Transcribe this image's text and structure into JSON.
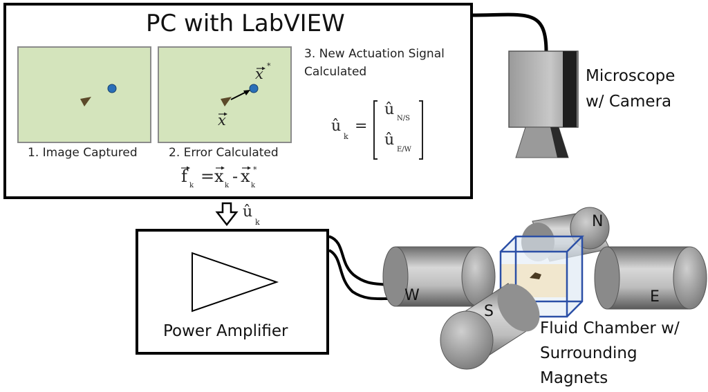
{
  "pc_box": {
    "title": "PC with LabVIEW"
  },
  "steps": {
    "step1": "1. Image Captured",
    "step2": "2. Error Calculated",
    "step3_line1": "3. New Actuation Signal",
    "step3_line2": "Calculated"
  },
  "vector_labels": {
    "x_star": "x",
    "star": "*",
    "x": "x"
  },
  "equations": {
    "u_hat": "û",
    "k": "k",
    "ns": "N/S",
    "ew": "E/W",
    "equals": "=",
    "f": "f",
    "minus": "-"
  },
  "amplifier": {
    "label": "Power Amplifier"
  },
  "microscope": {
    "line1": "Microscope",
    "line2": "w/ Camera"
  },
  "chamber": {
    "line1": "Fluid Chamber w/",
    "line2": "Surrounding",
    "line3": "Magnets"
  },
  "magnets": {
    "north": "N",
    "south": "S",
    "east": "E",
    "west": "W"
  },
  "colors": {
    "frame_green": "#d4e4bc",
    "target_blue": "#2a6fb8",
    "robot_brown": "#5c4a2a",
    "chamber_blue": "#2b4fa6"
  },
  "icons": [
    "microscope-camera",
    "power-amplifier-triangle",
    "down-arrow",
    "magnet-cylinder",
    "fluid-chamber"
  ]
}
